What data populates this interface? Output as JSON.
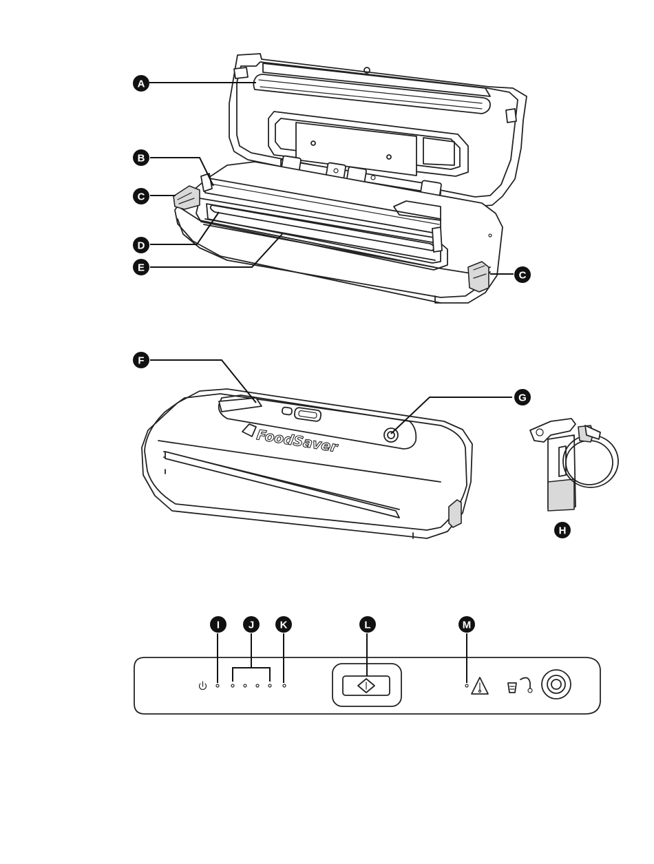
{
  "figure": {
    "brand_label": "FoodSaver"
  },
  "callouts": {
    "a": "A",
    "b": "B",
    "c_left": "C",
    "c_right": "C",
    "d": "D",
    "e": "E",
    "f": "F",
    "g": "G",
    "h": "H",
    "i": "I",
    "j": "J",
    "k": "K",
    "l": "L",
    "m": "M"
  },
  "icons": {
    "power": "power-icon",
    "start": "start-diamond-icon",
    "warning": "warning-thermometer-icon",
    "canister": "canister-hose-icon",
    "accessory_port": "accessory-port-icon"
  },
  "colors": {
    "line": "#222222",
    "callout_fill": "#111111",
    "background": "#ffffff",
    "accent_gray": "#d9d9d9"
  }
}
